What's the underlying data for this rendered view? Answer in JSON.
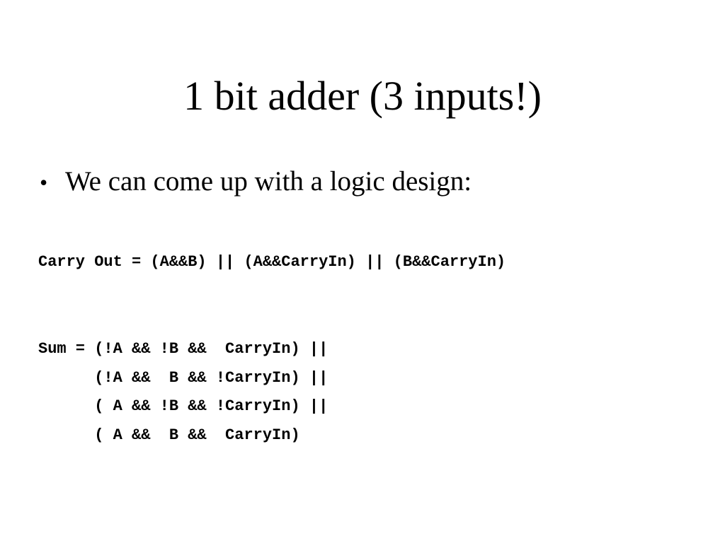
{
  "slide": {
    "title": "1 bit adder (3 inputs!)",
    "bullets": [
      {
        "marker": "•",
        "text": "We can come up with a logic design:"
      }
    ],
    "carry_out_line": "Carry Out = (A&&B) || (A&&CarryIn) || (B&&CarryIn)",
    "sum_lines": [
      "Sum = (!A && !B &&  CarryIn) ||",
      "      (!A &&  B && !CarryIn) ||",
      "      ( A && !B && !CarryIn) ||",
      "      ( A &&  B &&  CarryIn)"
    ]
  }
}
